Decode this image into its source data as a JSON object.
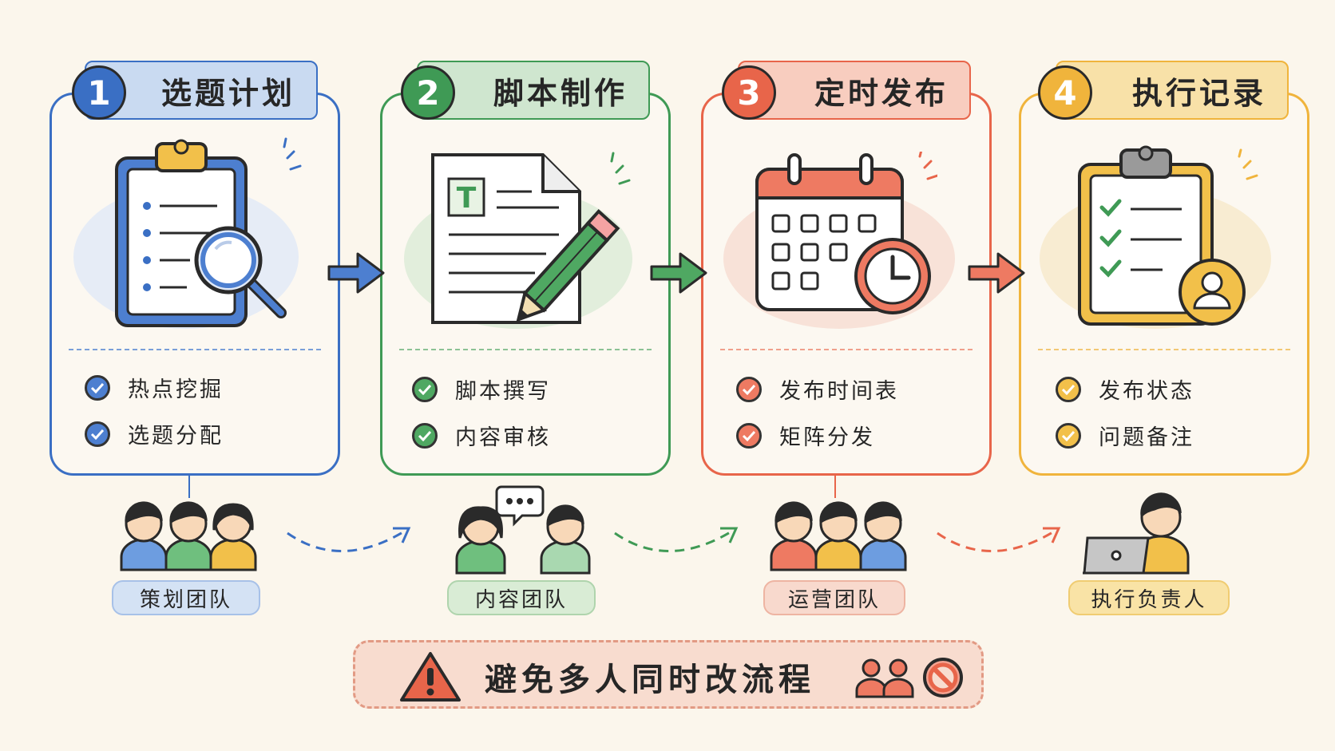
{
  "steps": [
    {
      "num": "1",
      "title": "选题计划",
      "items": [
        "热点挖掘",
        "选题分配"
      ],
      "team": "策划团队",
      "icon": "clipboard-search-icon"
    },
    {
      "num": "2",
      "title": "脚本制作",
      "items": [
        "脚本撰写",
        "内容审核"
      ],
      "team": "内容团队",
      "icon": "document-pencil-icon"
    },
    {
      "num": "3",
      "title": "定时发布",
      "items": [
        "发布时间表",
        "矩阵分发"
      ],
      "team": "运营团队",
      "icon": "calendar-clock-icon"
    },
    {
      "num": "4",
      "title": "执行记录",
      "items": [
        "发布状态",
        "问题备注"
      ],
      "team": "执行负责人",
      "icon": "checklist-user-icon"
    }
  ],
  "doc_icon_letter": "T",
  "banner": {
    "text": "避免多人同时改流程",
    "icons": [
      "warning-icon",
      "group-icon",
      "no-entry-icon"
    ]
  },
  "colors": {
    "blue": "#3a6fc4",
    "green": "#3f9a55",
    "red": "#e8654a",
    "yellow": "#f0b43c",
    "background": "#fbf6ec"
  }
}
